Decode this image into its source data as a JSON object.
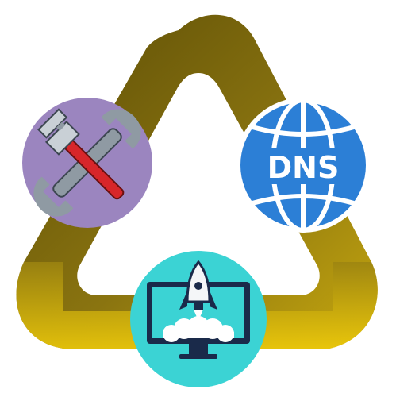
{
  "diagram": {
    "nodes": [
      {
        "id": "tools",
        "icon": "tools-icon"
      },
      {
        "id": "dns",
        "icon": "dns-globe-icon",
        "label": "DNS"
      },
      {
        "id": "deploy",
        "icon": "rocket-monitor-icon"
      }
    ],
    "colors": {
      "ring_dark": "#5b4c06",
      "ring_mid": "#8a7410",
      "ring_light": "#e8c60d",
      "tools_bg": "#9b85bf",
      "wrench": "#7e8a94",
      "pipe_wrench": "#d7262a",
      "dns_bg": "#ffffff",
      "dns_globe": "#2c7fd6",
      "deploy_bg": "#3bd3d4",
      "monitor": "#1a2a4a"
    }
  }
}
